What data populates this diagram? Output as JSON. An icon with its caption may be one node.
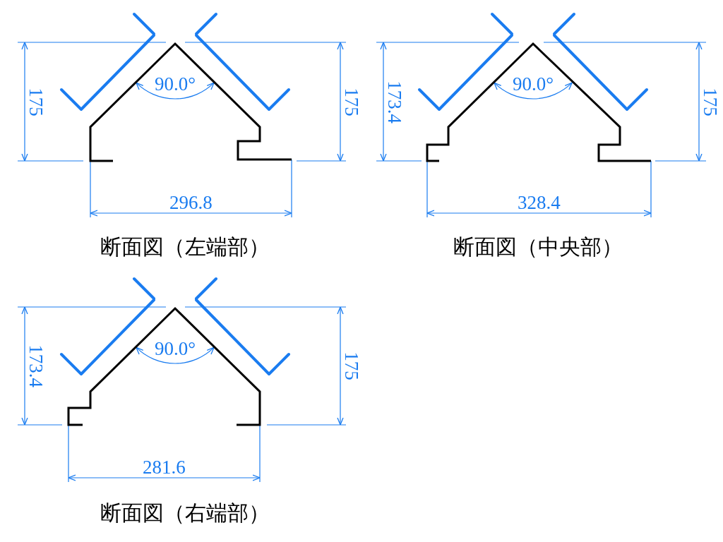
{
  "diagram": {
    "labels": [
      "90.0°",
      "175",
      "175",
      "296.8",
      "断面図（左端部）",
      "90.0°",
      "173.4",
      "175",
      "328.4",
      "断面図（中央部）",
      "90.0°",
      "173.4",
      "175",
      "281.6",
      "断面図（右端部）"
    ]
  }
}
